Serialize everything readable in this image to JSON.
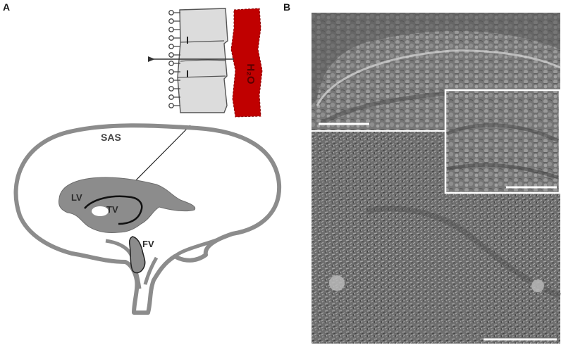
{
  "panels": {
    "a": {
      "letter": "A"
    },
    "b": {
      "letter": "B"
    }
  },
  "diagram": {
    "water_label": "H₂O",
    "labels": {
      "sas": "SAS",
      "lv": "LV",
      "tv": "TV",
      "fv": "FV"
    }
  },
  "colors": {
    "brain_outline": "#8c8c8c",
    "ventricles": "#8c8c8c",
    "blood_vessel": "#c00000",
    "epithelium_fill": "#dcdcdc",
    "sem_background": "#6f6f6f",
    "scale_bar": "#ffffff"
  }
}
